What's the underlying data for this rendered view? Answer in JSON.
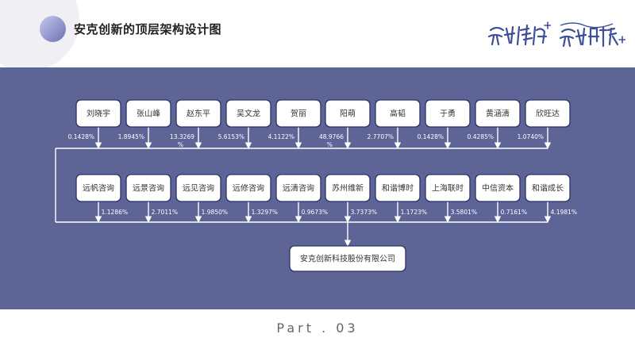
{
  "header": {
    "title": "安克创新的顶层架构设计图"
  },
  "footer": {
    "part_label": "Part . 03"
  },
  "diagram": {
    "row1": [
      {
        "name": "刘晓宇",
        "pct": "0.1428%"
      },
      {
        "name": "张山峰",
        "pct": "1.8945%"
      },
      {
        "name": "赵东平",
        "pct": "13.3269%"
      },
      {
        "name": "吴文龙",
        "pct": "5.6153%"
      },
      {
        "name": "贺丽",
        "pct": "4.1122%"
      },
      {
        "name": "阳萌",
        "pct": "48.9766%"
      },
      {
        "name": "高韬",
        "pct": "2.7707%"
      },
      {
        "name": "于勇",
        "pct": "0.1428%"
      },
      {
        "name": "黄涵清",
        "pct": "0.4285%"
      },
      {
        "name": "欣旺达",
        "pct": "1.0740%"
      }
    ],
    "row2": [
      {
        "name": "远帆咨询",
        "pct": "1.1286%"
      },
      {
        "name": "远景咨询",
        "pct": "2.7011%"
      },
      {
        "name": "远见咨询",
        "pct": "1.9850%"
      },
      {
        "name": "远修咨询",
        "pct": "1.3297%"
      },
      {
        "name": "远清咨询",
        "pct": "0.9673%"
      },
      {
        "name": "苏州维新",
        "pct": "3.7373%"
      },
      {
        "name": "和谐博时",
        "pct": "1.1723%"
      },
      {
        "name": "上海联时",
        "pct": "3.5801%"
      },
      {
        "name": "中信资本",
        "pct": "0.7161%"
      },
      {
        "name": "和谐成长",
        "pct": "4.1981%"
      }
    ],
    "target": "安克创新科技股份有限公司"
  }
}
